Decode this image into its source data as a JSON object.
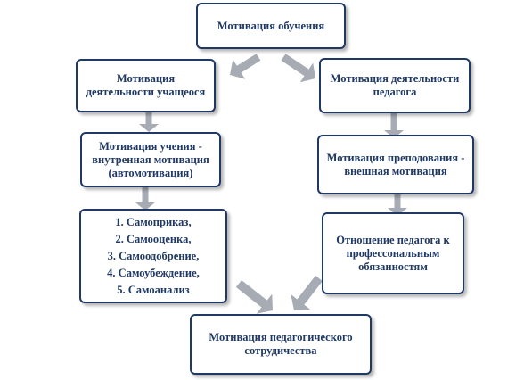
{
  "nodes": {
    "top": "Мотивация обучения",
    "student_activity": "Мотивация\nдеятельности учащеося",
    "learning_motivation": "Мотивация учения -\nвнутренная мотивация\n(автомотивация)",
    "self_list": [
      "1. Самоприказ,",
      "2. Самооценка,",
      "3. Самоодобрение,",
      "4. Самоубеждение,",
      "5. Самоанализ"
    ],
    "teacher_activity": "Мотивация деятельности\nпедагога",
    "teaching_motivation": "Мотивация преподования -\nвнешная мотивация",
    "teacher_attitude": "Отношение педагога к\nпрофессональным\nобязанностям",
    "bottom": "Мотивация педагогического\nсотрудичества"
  },
  "colors": {
    "box_border": "#1f3864",
    "text": "#1f3864",
    "arrow": "#a6abb4"
  }
}
